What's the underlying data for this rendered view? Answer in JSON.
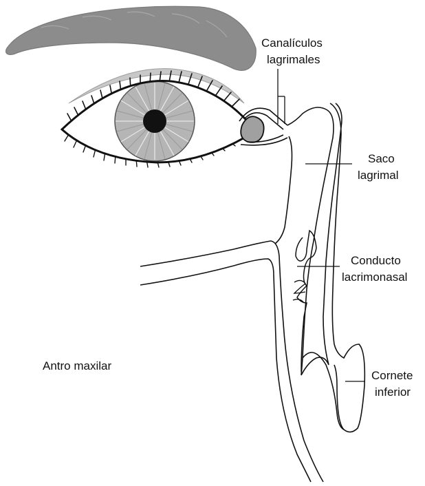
{
  "diagram": {
    "labels": {
      "canaliculos_line1": "Canalículos",
      "canaliculos_line2": "lagrimales",
      "saco_line1": "Saco",
      "saco_line2": "lagrimal",
      "conducto_line1": "Conducto",
      "conducto_line2": "lacrimonasal",
      "antro": "Antro maxilar",
      "cornete_line1": "Cornete",
      "cornete_line2": "inferior"
    },
    "colors": {
      "outline": "#111111",
      "brow": "#8c8c8c",
      "iris": "#b5b5b5",
      "pupil": "#111111",
      "lid_shadow": "#c8c8c8"
    }
  }
}
